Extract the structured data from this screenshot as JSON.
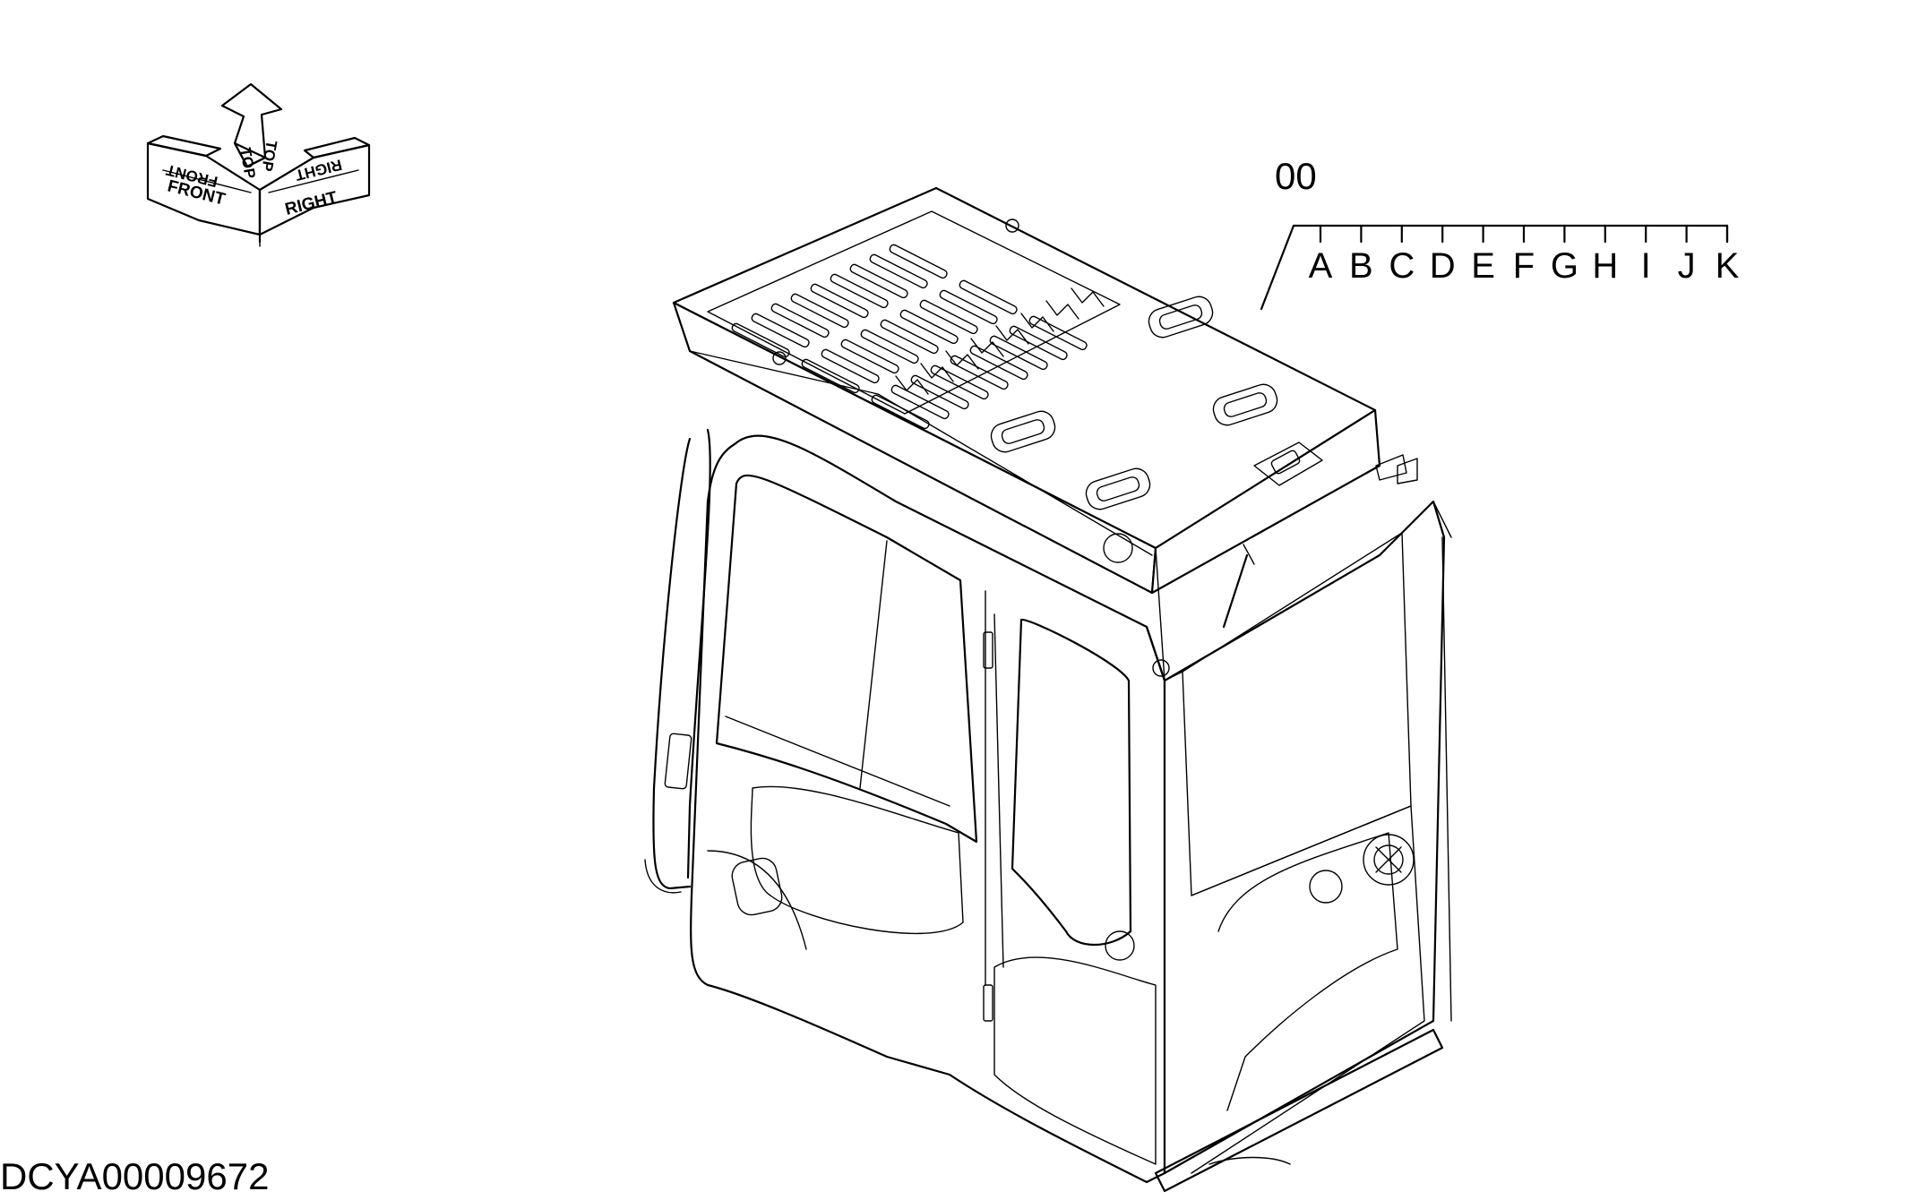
{
  "orientation": {
    "front": "FRONT",
    "top": "TOP",
    "right": "RIGHT"
  },
  "callout": {
    "reference_number": "00",
    "variants": [
      "A",
      "B",
      "C",
      "D",
      "E",
      "F",
      "G",
      "H",
      "I",
      "J",
      "K"
    ]
  },
  "drawing_id": "DCYA00009672"
}
